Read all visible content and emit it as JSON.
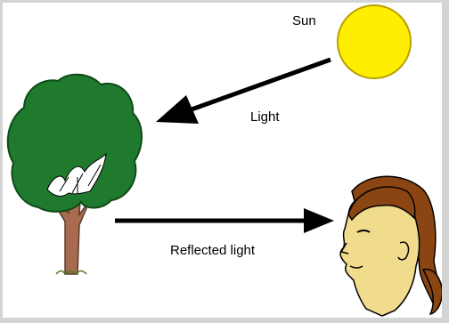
{
  "diagram": {
    "labels": {
      "sun": "Sun",
      "light": "Light",
      "reflected_light": "Reflected light"
    },
    "colors": {
      "sun_fill": "#ffee00",
      "sun_stroke": "#b8a000",
      "foliage": "#1f7a2e",
      "trunk": "#a86b50",
      "hair": "#8b4513",
      "skin": "#f0dc8c",
      "arrow": "#000000",
      "frame": "#d4d4d4"
    },
    "icons": [
      "sun-icon",
      "tree-icon",
      "person-head-icon",
      "arrow-icon"
    ]
  }
}
